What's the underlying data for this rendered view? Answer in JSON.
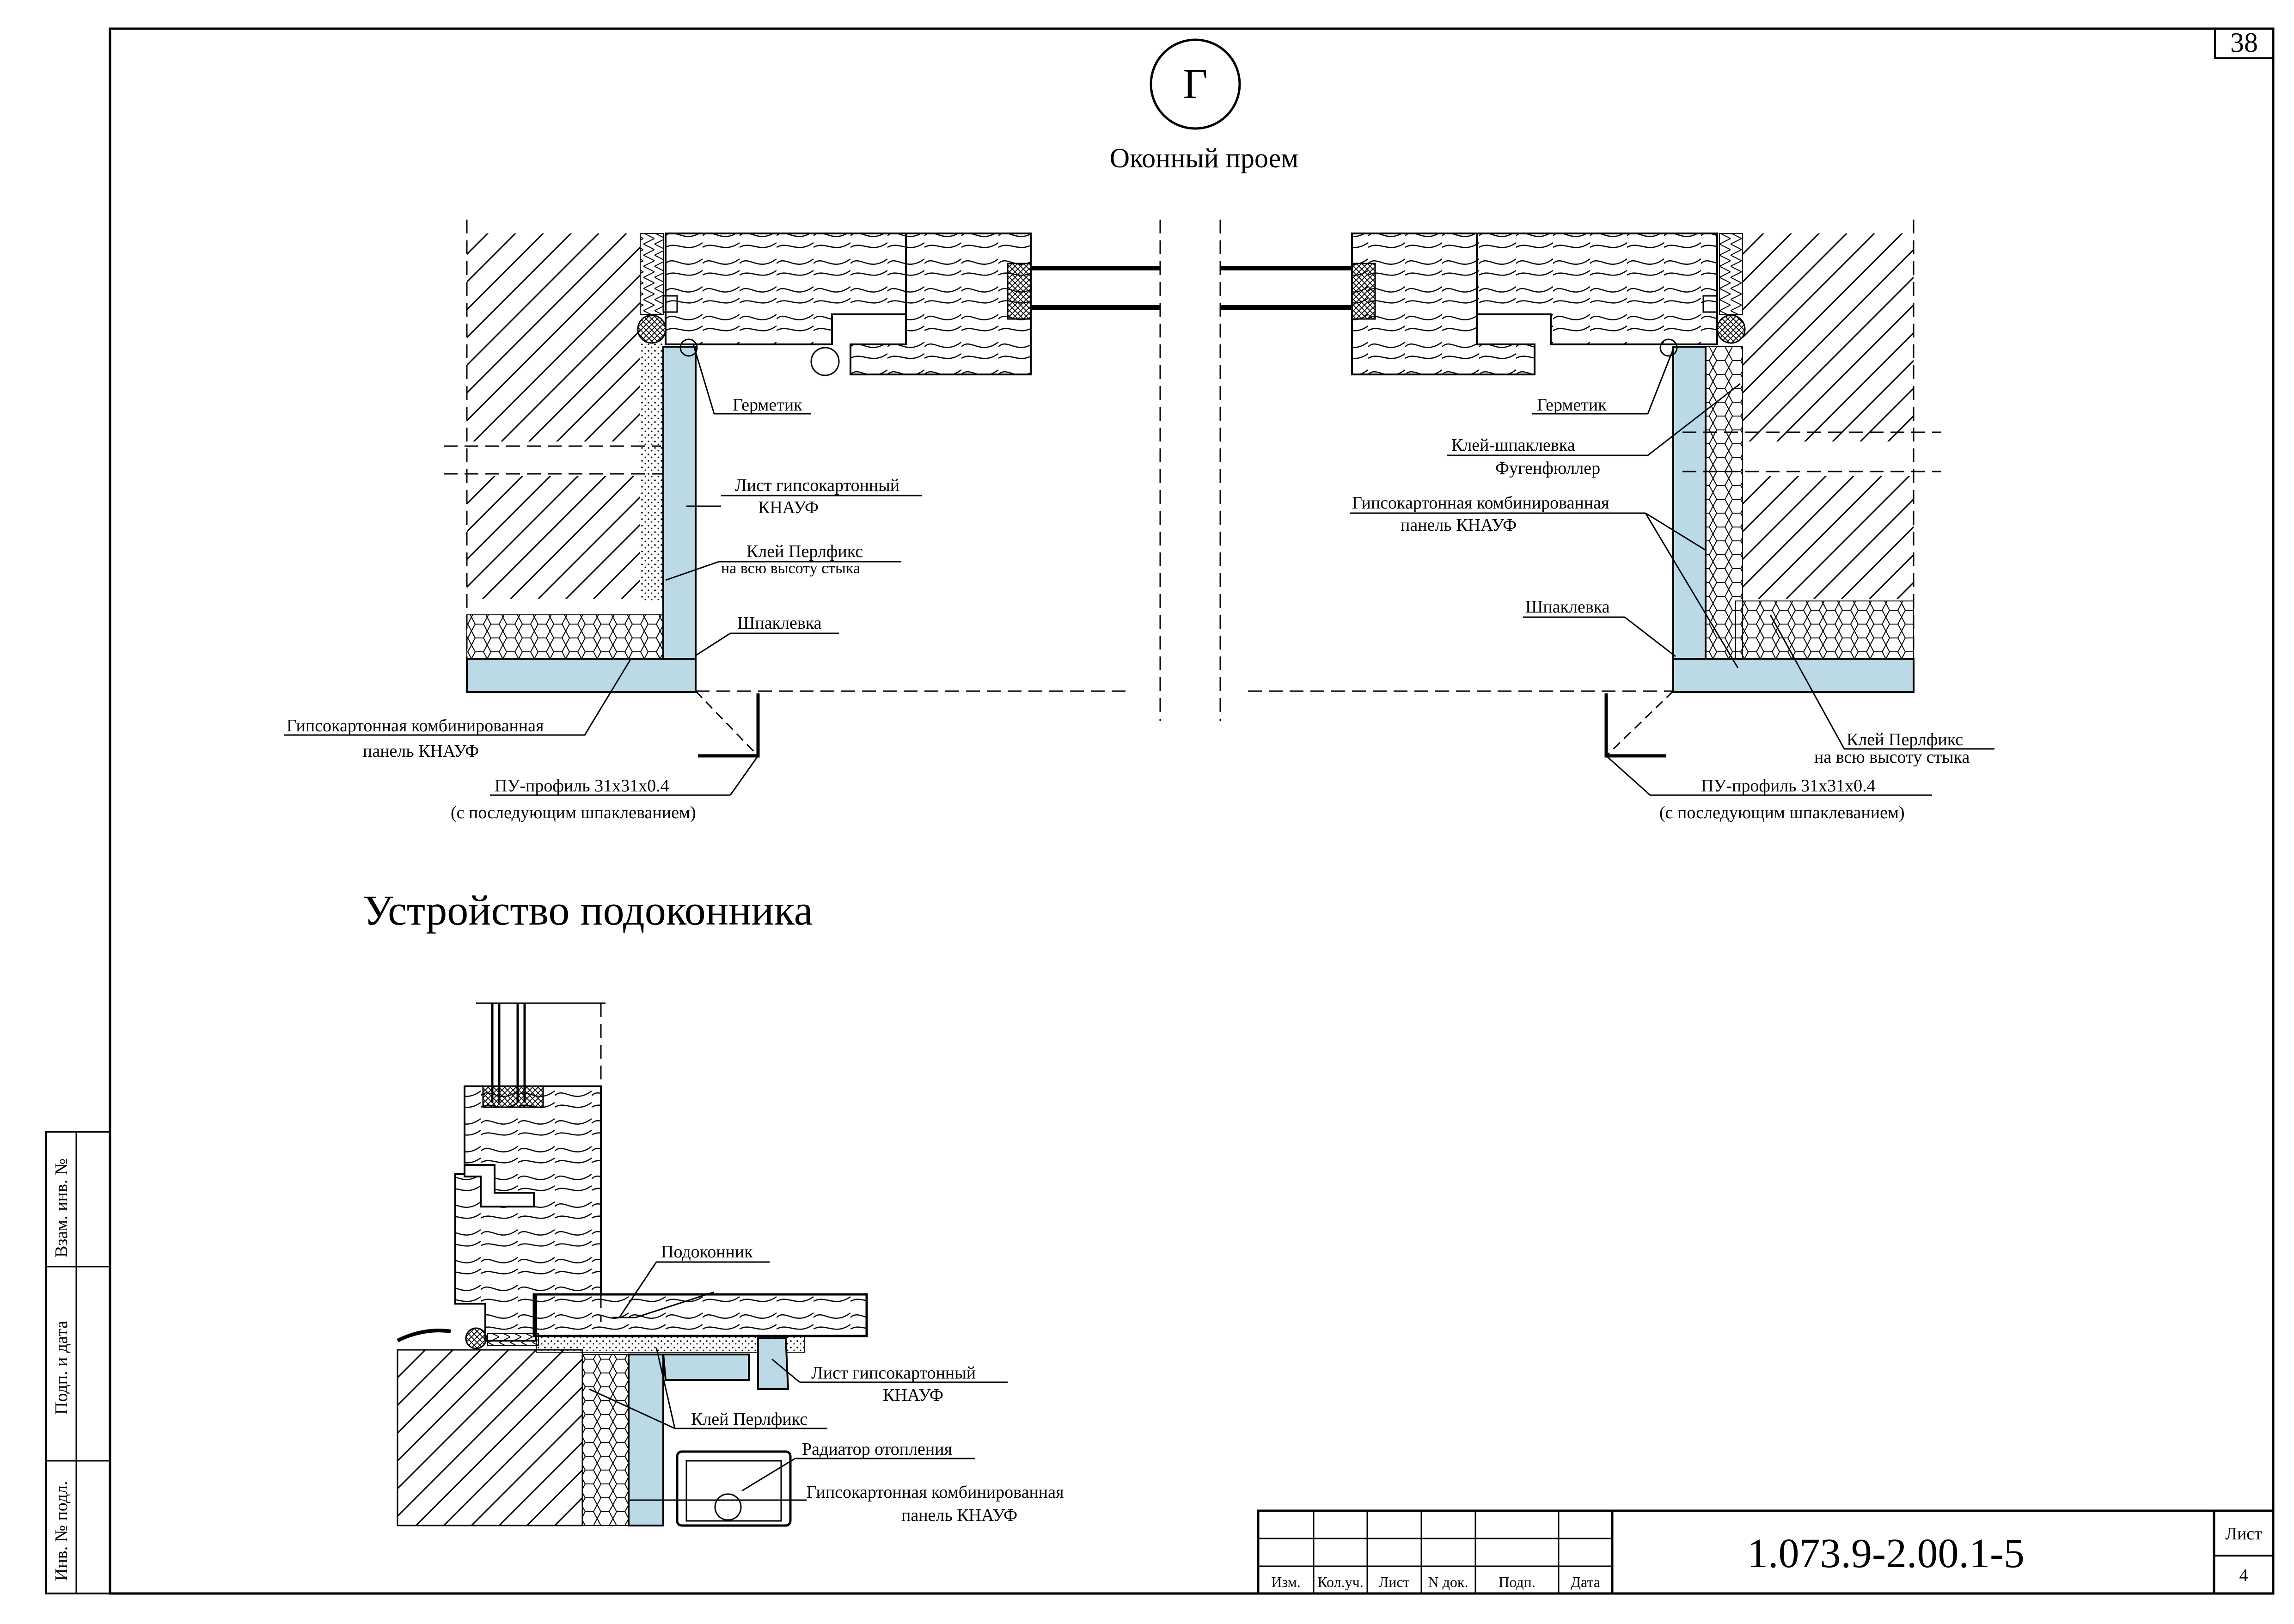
{
  "sheet_number": "38",
  "section_letter": "Г",
  "window_title": "Оконный проем",
  "sill_title": "Устройство подоконника",
  "left_detail": {
    "hermetic": "Герметик",
    "gkl_line1": "Лист гипсокартонный",
    "gkl_line2": "КНАУФ",
    "perlfix_line1": "Клей Перлфикс",
    "perlfix_line2": "на всю высоту стыка",
    "putty": "Шпаклевка",
    "panel_line1": "Гипсокартонная комбинированная",
    "panel_line2": "панель  КНАУФ",
    "profile_line1": "ПУ-профиль 31х31х0.4",
    "profile_line2": "(с последующим шпаклеванием)"
  },
  "right_detail": {
    "hermetic": "Герметик",
    "glue_line1": "Клей-шпаклевка",
    "glue_line2": "Фугенфюллер",
    "panel_line1": "Гипсокартонная комбинированная",
    "panel_line2": "панель  КНАУФ",
    "putty": "Шпаклевка",
    "perlfix_line1": "Клей Перлфикс",
    "perlfix_line2": "на всю высоту стыка",
    "profile_line1": "ПУ-профиль 31х31х0.4",
    "profile_line2": "(с последующим шпаклеванием)"
  },
  "sill_detail": {
    "sill": "Подоконник",
    "gkl_line1": "Лист гипсокартонный",
    "gkl_line2": "КНАУФ",
    "perlfix": "Клей Перлфикс",
    "radiator": "Радиатор отопления",
    "panel_line1": "Гипсокартонная комбинированная",
    "panel_line2": "панель   КНАУФ"
  },
  "side_stamp": {
    "swap_inv": "Взам. инв. №",
    "sign_date": "Подп. и дата",
    "inv_orig": "Инв. № подл."
  },
  "title_block": {
    "columns": [
      "Изм.",
      "Кол.уч.",
      "Лист",
      "N док.",
      "Подп.",
      "Дата"
    ],
    "document_code": "1.073.9-2.00.1-5",
    "sheet_label": "Лист",
    "sheet_value": "4"
  },
  "colors": {
    "gypsum_fill": "#bcd9e6",
    "line": "#000000",
    "background": "#ffffff"
  }
}
